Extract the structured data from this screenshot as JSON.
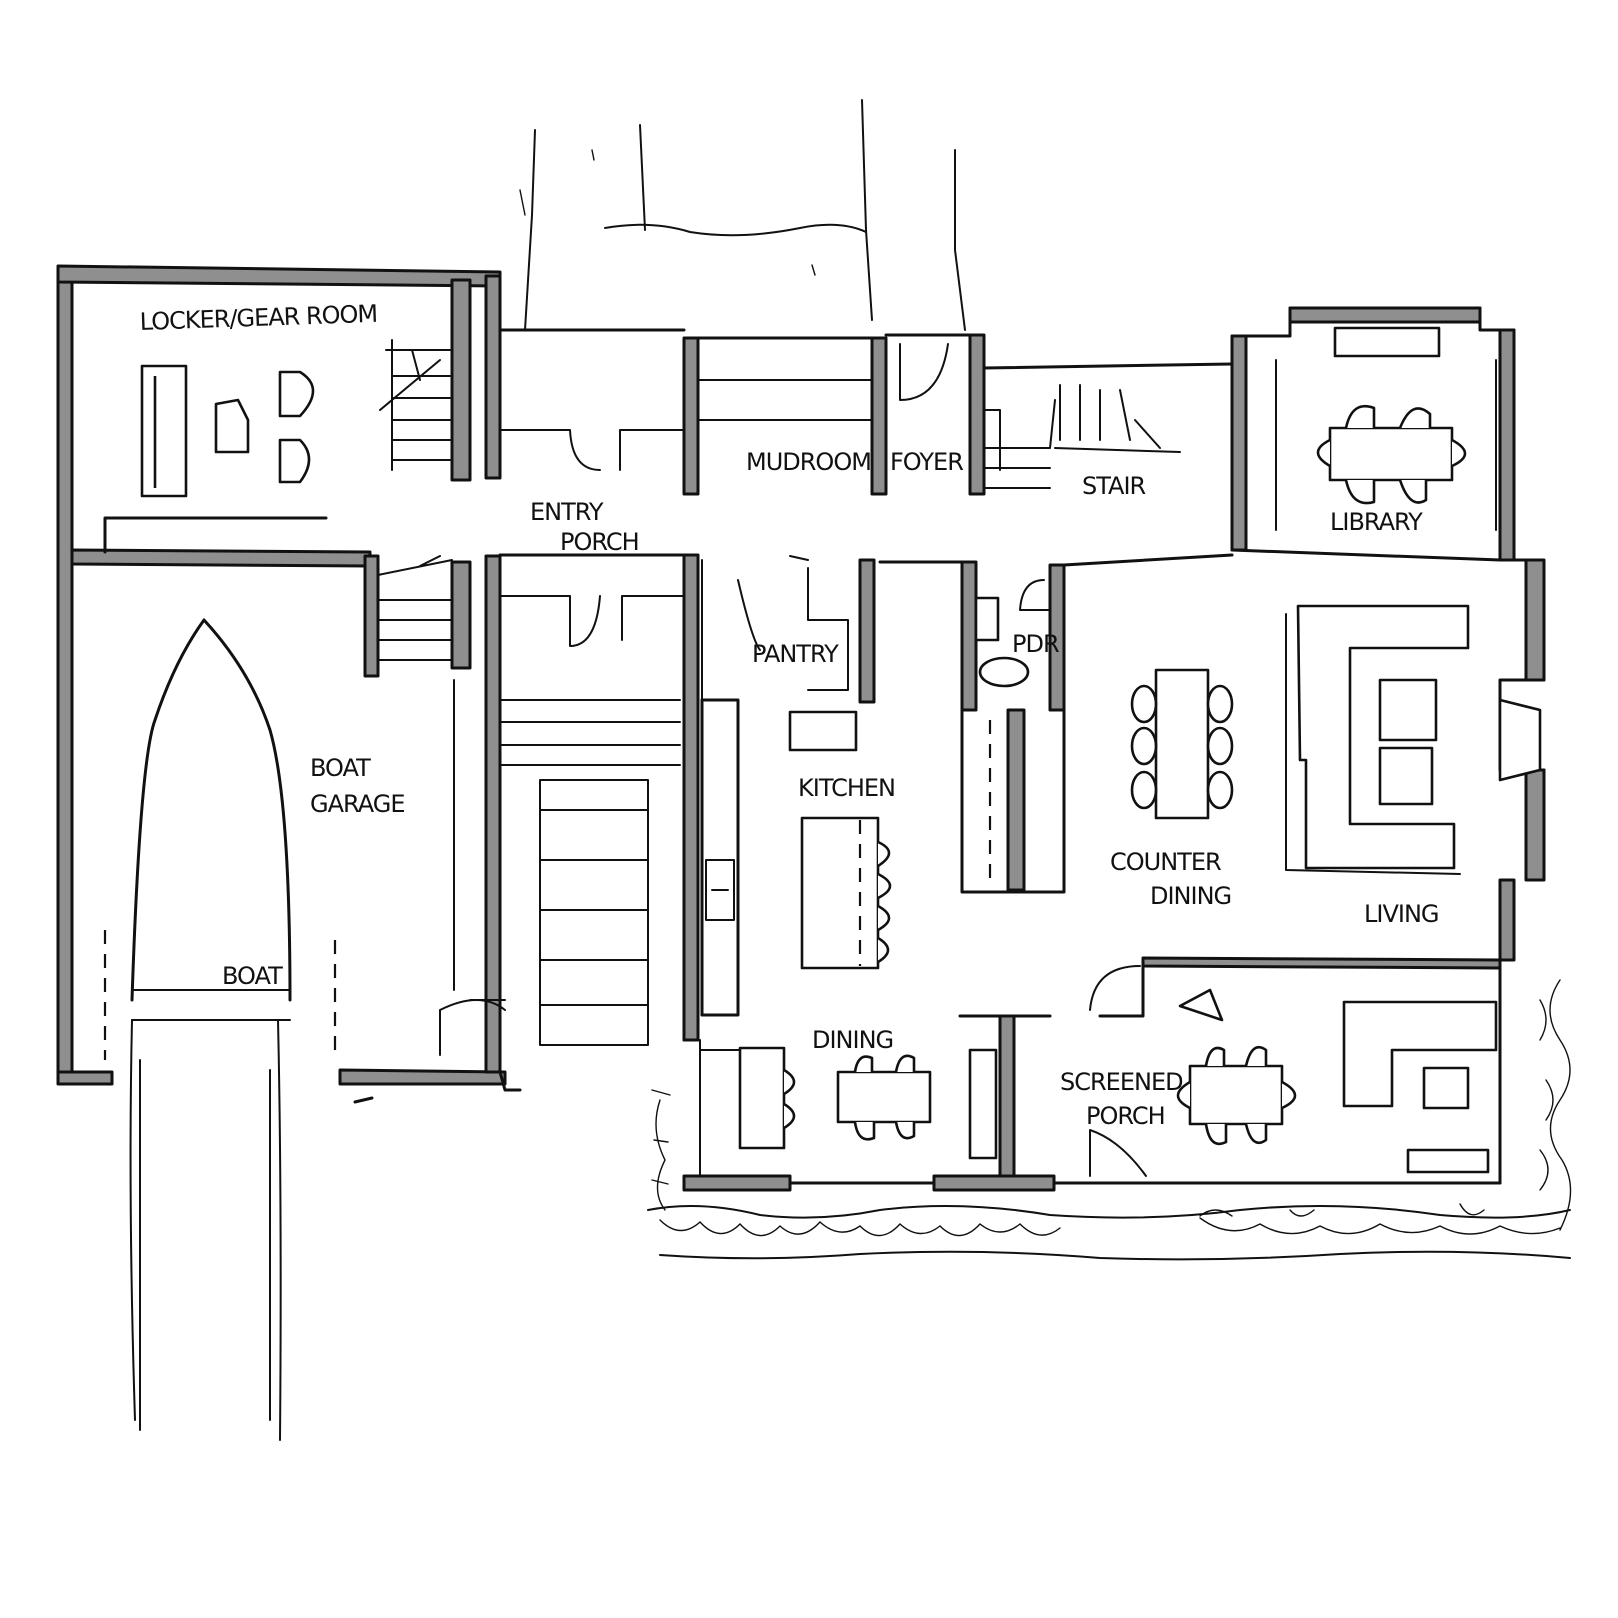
{
  "rooms": {
    "locker_gear_room": "LOCKER/GEAR ROOM",
    "mudroom": "MUDROOM",
    "foyer": "FOYER",
    "stair": "STAIR",
    "library": "LIBRARY",
    "entry_porch_line1": "ENTRY",
    "entry_porch_line2": "PORCH",
    "pantry": "PANTRY",
    "powder": "PDR",
    "boat_garage_line1": "BOAT",
    "boat_garage_line2": "GARAGE",
    "kitchen": "KITCHEN",
    "counter_dining_line1": "COUNTER",
    "counter_dining_line2": "DINING",
    "living": "LIVING",
    "boat": "BOAT",
    "dining": "DINING",
    "screened_porch_line1": "SCREENED",
    "screened_porch_line2": "PORCH"
  },
  "colors": {
    "ink": "#111111",
    "wall_fill": "#8f8f8f",
    "paper": "#ffffff"
  }
}
